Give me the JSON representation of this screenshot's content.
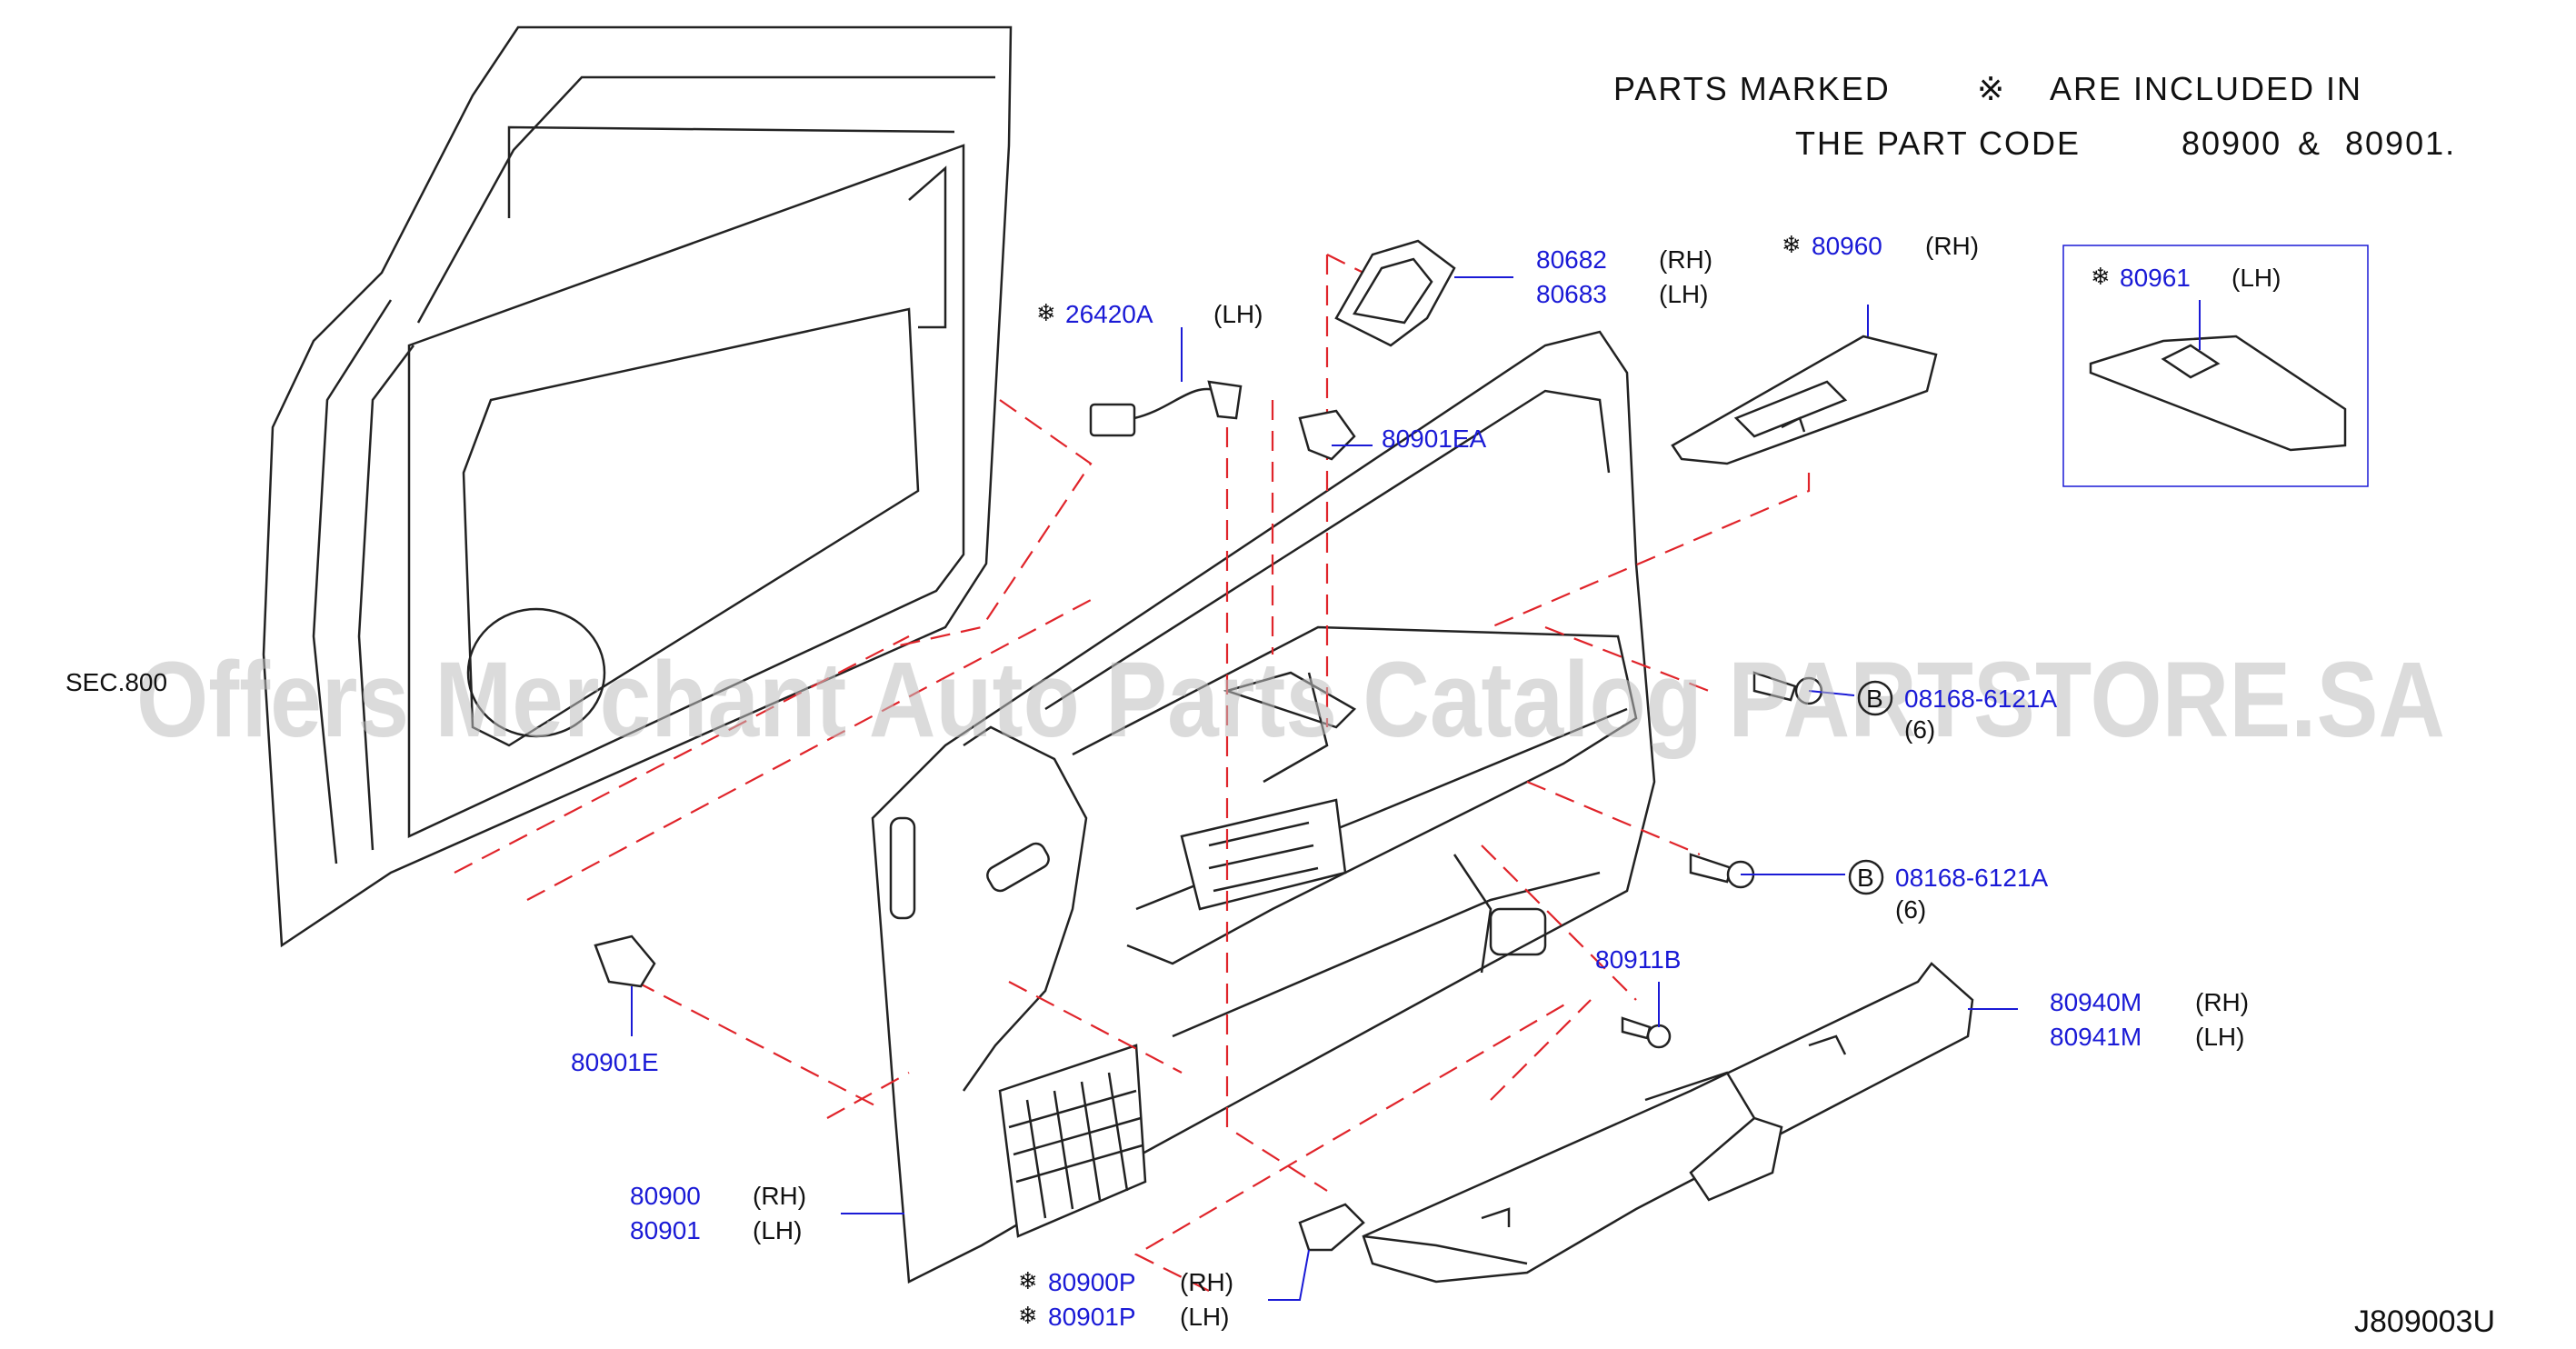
{
  "note": {
    "line1": "PARTS MARKED",
    "symbol": "※",
    "line1_end": "ARE INCLUDED IN",
    "line2": "THE PART CODE",
    "code_a": "80900",
    "amp": "&",
    "code_b": "80901."
  },
  "star_symbol": "❄",
  "section_ref": "SEC.800",
  "diagram_code": "J809003U",
  "watermark": "Offers Merchant Auto Parts Catalog PARTSTORE.SA",
  "callouts": {
    "p80682": {
      "part": "80682",
      "side": "(RH)"
    },
    "p80683": {
      "part": "80683",
      "side": "(LH)"
    },
    "p80960": {
      "part": "80960",
      "side": "(RH)"
    },
    "p80961": {
      "part": "80961",
      "side": "(LH)"
    },
    "p26420A": {
      "part": "26420A",
      "side": "(LH)"
    },
    "p80901EA": {
      "part": "80901EA"
    },
    "p08168_a": {
      "badge": "B",
      "part": "08168-6121A",
      "qty": "(6)"
    },
    "p08168_b": {
      "badge": "B",
      "part": "08168-6121A",
      "qty": "(6)"
    },
    "p80911B": {
      "part": "80911B"
    },
    "p80940M": {
      "part": "80940M",
      "side": "(RH)"
    },
    "p80941M": {
      "part": "80941M",
      "side": "(LH)"
    },
    "p80901E": {
      "part": "80901E"
    },
    "p80900": {
      "part": "80900",
      "side": "(RH)"
    },
    "p80901": {
      "part": "80901",
      "side": "(LH)"
    },
    "p80900P": {
      "part": "80900P",
      "side": "(RH)"
    },
    "p80901P": {
      "part": "80901P",
      "side": "(LH)"
    }
  }
}
